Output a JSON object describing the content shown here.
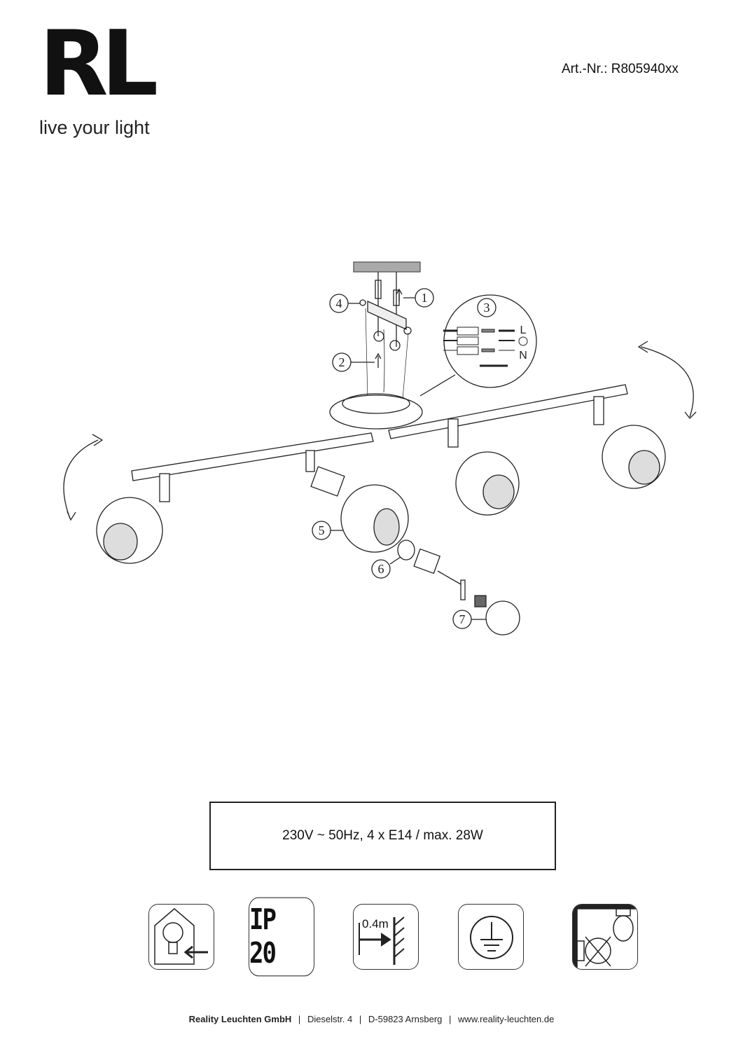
{
  "header": {
    "logo_text": "RL",
    "tagline": "live your light",
    "article_number": "Art.-Nr.: R805940xx"
  },
  "diagram": {
    "part_labels": [
      "1",
      "2",
      "3",
      "4",
      "5",
      "6",
      "7"
    ],
    "wiring_labels": {
      "live": "L",
      "neutral": "N"
    }
  },
  "spec": {
    "text": "230V ~ 50Hz, 4 x E14 / max. 28W"
  },
  "icons": [
    {
      "name": "replaceable-bulb-icon"
    },
    {
      "name": "ip-rating-icon",
      "text": "IP 20"
    },
    {
      "name": "min-distance-icon",
      "text": "0.4m"
    },
    {
      "name": "protective-earth-icon"
    },
    {
      "name": "ceiling-mount-only-icon"
    }
  ],
  "footer": {
    "company": "Reality Leuchten GmbH",
    "street": "Dieselstr. 4",
    "city": "D-59823 Arnsberg",
    "website": "www.reality-leuchten.de",
    "separator": "|"
  }
}
